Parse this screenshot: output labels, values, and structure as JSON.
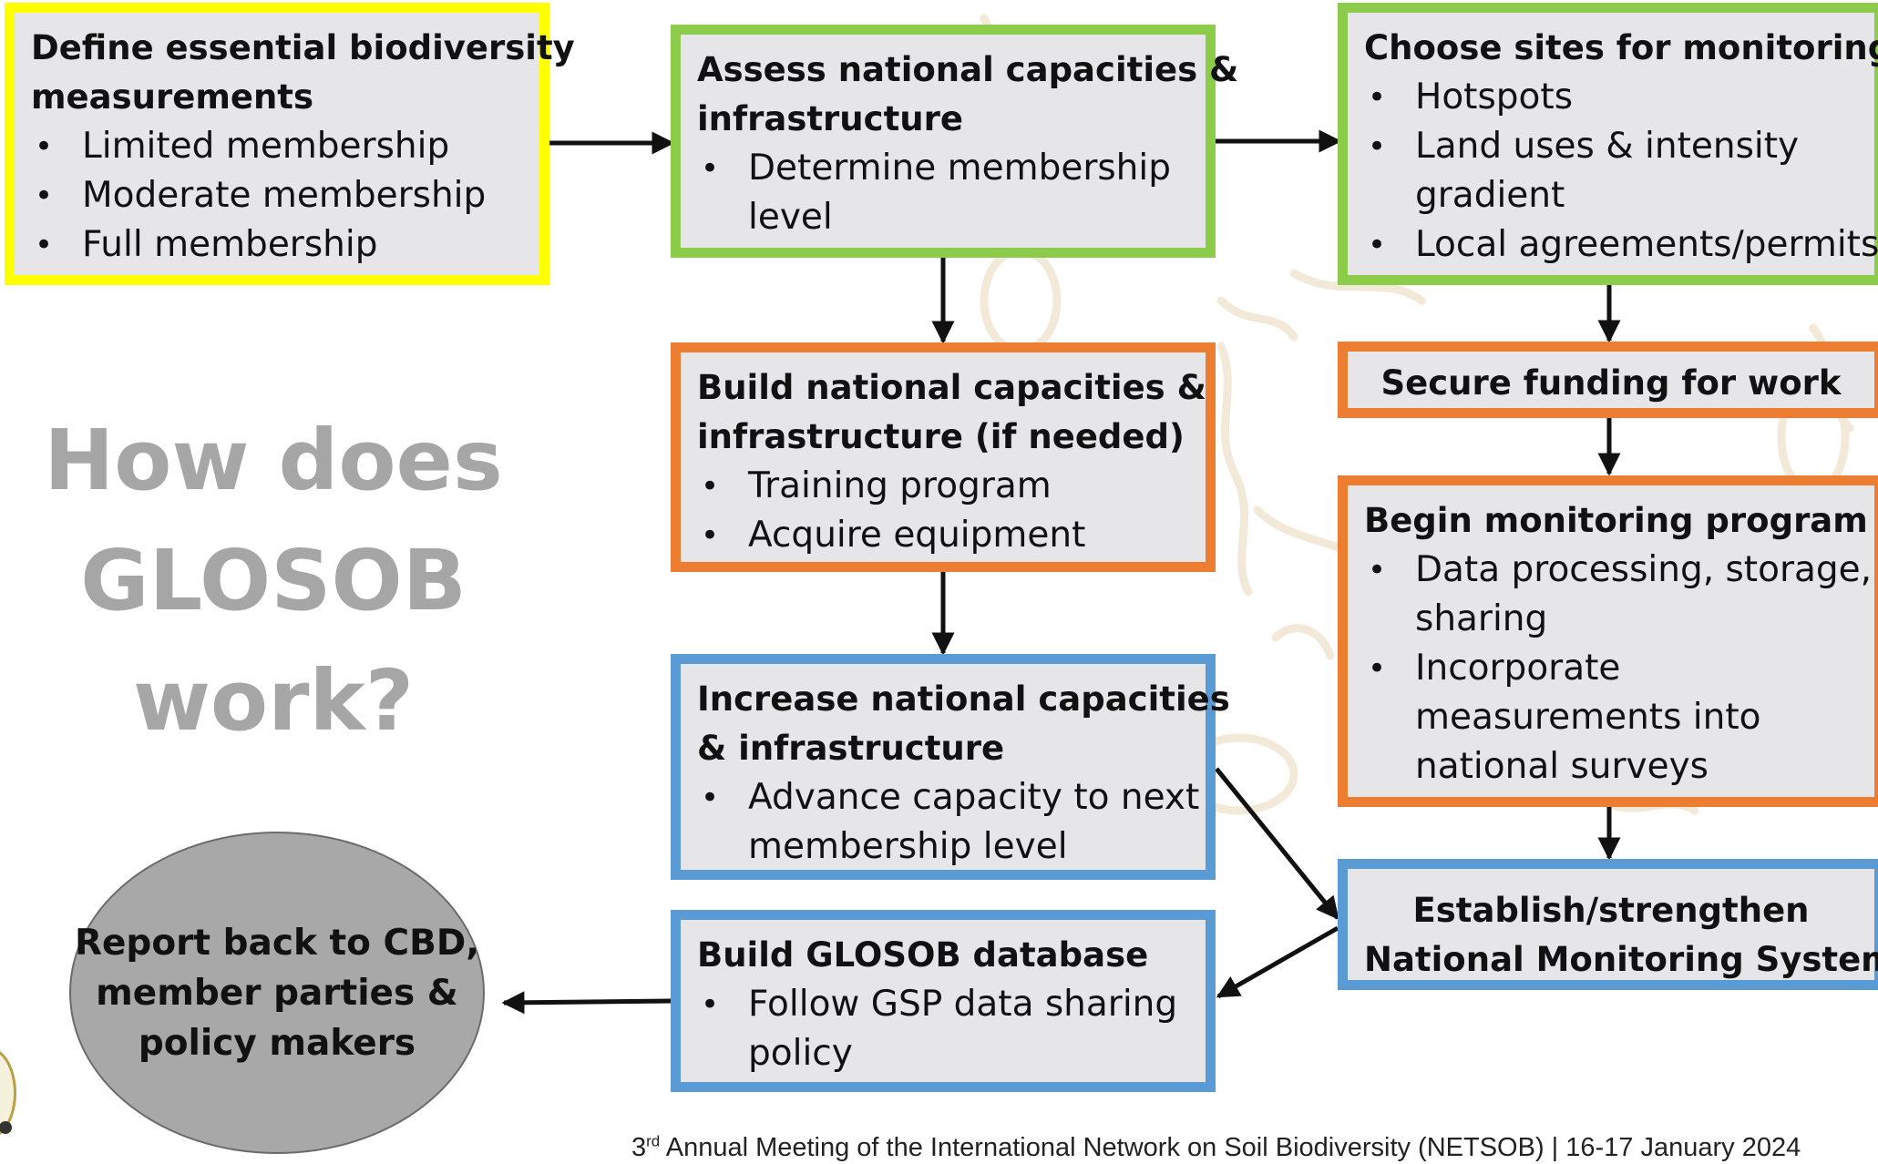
{
  "colors": {
    "yellow_border": "#ffff00",
    "green_border": "#8dcb4b",
    "orange_border": "#ed7d31",
    "blue_border": "#5b9bd5",
    "box_fill": "#e6e5e7",
    "question_text": "#a6a6a6",
    "report_fill": "#a8a8a8"
  },
  "boxes": {
    "define": {
      "title": "Define essential biodiversity measurements",
      "title_line1": "Define essential biodiversity",
      "title_line2": "measurements",
      "bullets": [
        "Limited membership",
        "Moderate membership",
        "Full membership"
      ]
    },
    "assess": {
      "title": "Assess national capacities & infrastructure",
      "title_line1": "Assess national capacities &",
      "title_line2": "infrastructure",
      "bullets": [
        "Determine membership level"
      ],
      "bullet_lines": [
        "Determine membership",
        "level"
      ]
    },
    "choose": {
      "title": "Choose sites for monitoring",
      "bullets": [
        "Hotspots",
        "Land uses & intensity gradient",
        "Local agreements/permits"
      ],
      "bullet2_lines": [
        "Land uses & intensity",
        "gradient"
      ]
    },
    "build_capacity": {
      "title": "Build national capacities & infrastructure (if needed)",
      "title_line1": "Build national capacities &",
      "title_line2": "infrastructure (if needed)",
      "bullets": [
        "Training program",
        "Acquire equipment"
      ]
    },
    "funding": {
      "title": "Secure funding for work"
    },
    "begin": {
      "title": "Begin monitoring program",
      "bullets": [
        "Data processing, storage, sharing",
        "Incorporate measurements into national surveys"
      ],
      "bullet1_lines": [
        "Data processing, storage,",
        "sharing"
      ],
      "bullet2_lines": [
        "Incorporate",
        "measurements into",
        "national surveys"
      ]
    },
    "increase": {
      "title": "Increase national capacities & infrastructure",
      "title_line1": "Increase national capacities",
      "title_line2": "& infrastructure",
      "bullets": [
        "Advance capacity to next membership level"
      ],
      "bullet_lines": [
        "Advance capacity to next",
        "membership level"
      ]
    },
    "establish": {
      "title": "Establish/strengthen National Monitoring Systems",
      "title_line1": "Establish/strengthen",
      "title_line2": "National Monitoring Systems"
    },
    "database": {
      "title": "Build GLOSOB database",
      "bullets": [
        "Follow GSP data sharing policy"
      ],
      "bullet_lines": [
        "Follow GSP data sharing",
        "policy"
      ]
    }
  },
  "question": {
    "line1": "How does",
    "line2": "GLOSOB",
    "line3": "work?"
  },
  "report": {
    "text": "Report back to CBD,\nmember parties &\npolicy makers"
  },
  "footer": {
    "ordinal_number": "3",
    "ordinal_suffix": "rd",
    "text": " Annual Meeting of the International Network on Soil Biodiversity (NETSOB) | 16-17 January 2024"
  }
}
